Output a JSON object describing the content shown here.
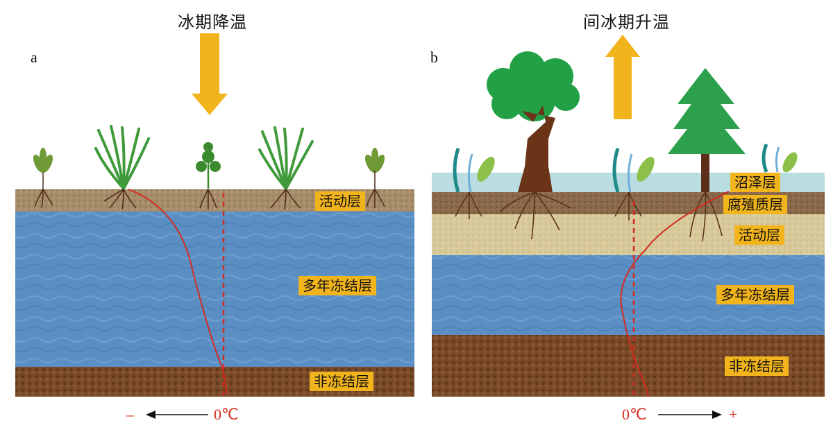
{
  "panel_a": {
    "letter": "a",
    "title": "冰期降温",
    "labels": {
      "active": "活动层",
      "permafrost": "多年冻结层",
      "unfrozen": "非冻结层"
    },
    "axis": {
      "minus": "–",
      "zero": "0℃"
    }
  },
  "panel_b": {
    "letter": "b",
    "title": "间冰期升温",
    "labels": {
      "swamp": "沼泽层",
      "humus": "腐殖质层",
      "active": "活动层",
      "permafrost": "多年冻结层",
      "unfrozen": "非冻结层"
    },
    "axis": {
      "zero": "0℃",
      "plus": "+"
    }
  },
  "colors": {
    "arrow": "#f2b41c",
    "temperature_curve": "#d42a1f",
    "permafrost": "#5b8fc4",
    "active_soil_a": "#a68c68",
    "active_soil_b": "#d8c99a",
    "humus": "#8a6a4a",
    "unfrozen": "#7a4a28",
    "swamp_water": "#b9dde0"
  }
}
